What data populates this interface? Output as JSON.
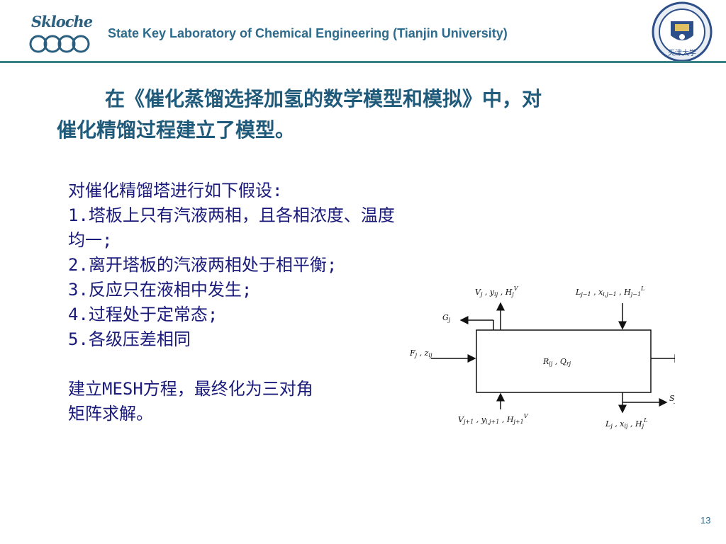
{
  "header": {
    "logo_text": "Skloche",
    "lab_name": "State Key Laboratory of Chemical Engineering (Tianjin University)",
    "seal_text": "天津大学"
  },
  "intro": {
    "line1": "在《催化蒸馏选择加氢的数学模型和模拟》中，对",
    "line2": "催化精馏过程建立了模型。"
  },
  "assumptions": {
    "heading": "对催化精馏塔进行如下假设:",
    "items": [
      "1.塔板上只有汽液两相，且各相浓度、温度",
      "均一;",
      "2.离开塔板的汽液两相处于相平衡;",
      "3.反应只在液相中发生;",
      "4.过程处于定常态;",
      "5.各级压差相同"
    ],
    "conclusion_line1": "建立MESH方程，最终化为三对角",
    "conclusion_line2": "矩阵求解。"
  },
  "diagram": {
    "labels": {
      "top_left": "V_j, y_ij, H_j^V",
      "top_right": "L_j-1, x_i,j-1, H_j-1^L",
      "side_vapor": "G_j",
      "feed": "F_j, z_ij",
      "center": "R_ij, Q_rj",
      "heat": "Q_j",
      "side_liquid": "S_j",
      "bottom_left": "V_j+1, y_i,j+1, H_j+1^V",
      "bottom_right": "L_j, x_ij, H_j^L"
    }
  },
  "page_number": "13",
  "colors": {
    "header_text": "#2d6b8c",
    "rule": "#3b7f88",
    "intro_text": "#1f5a7a",
    "assumption_text": "#1a1a7a"
  }
}
